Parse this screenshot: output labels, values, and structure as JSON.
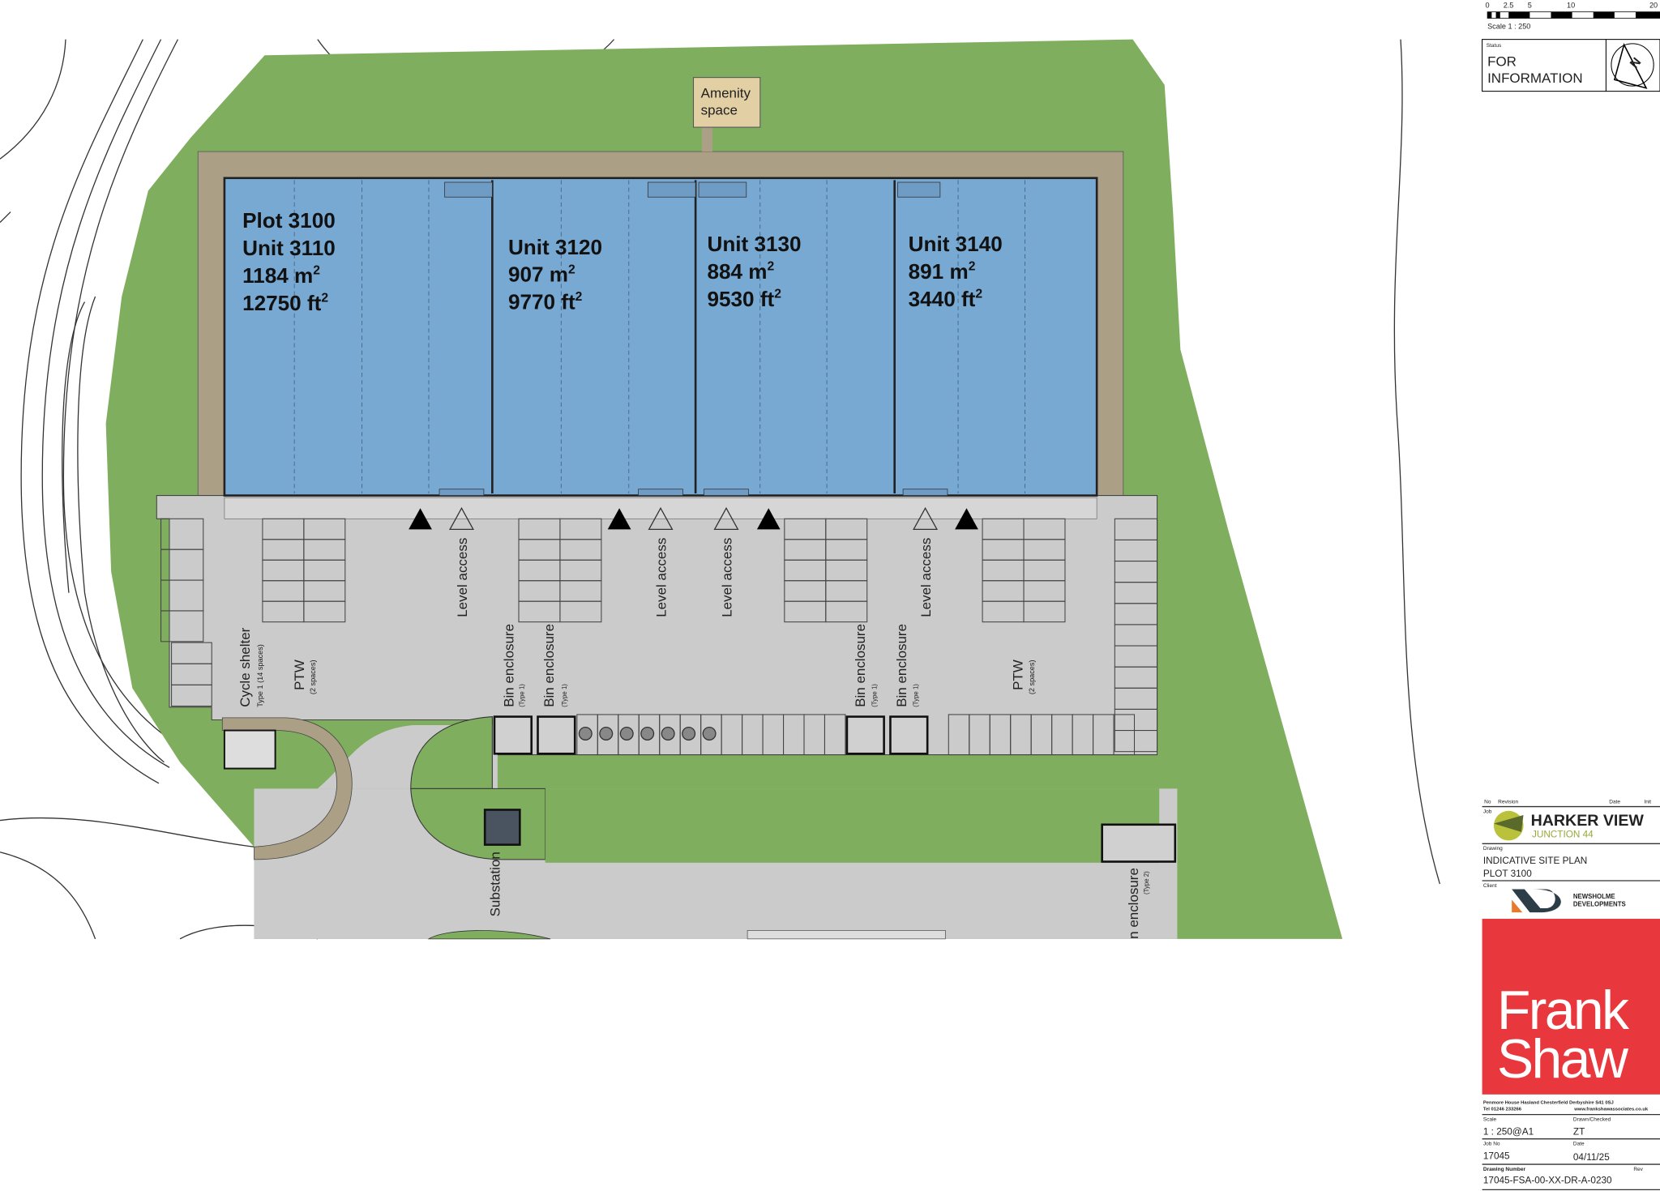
{
  "plan": {
    "amenity": [
      "Amenity",
      "space"
    ],
    "units": [
      {
        "lines": [
          "Plot 3100",
          "Unit 3110",
          "1184 m",
          "12750 ft"
        ]
      },
      {
        "lines": [
          "Unit 3120",
          "907 m",
          "9770 ft"
        ]
      },
      {
        "lines": [
          "Unit 3130",
          "884 m",
          "9530 ft"
        ]
      },
      {
        "lines": [
          "Unit 3140",
          "891 m",
          "3440 ft"
        ]
      }
    ],
    "superscript": "2",
    "level_access": "Level access",
    "cycle_shelter": "Cycle shelter",
    "cycle_shelter_note": "Type 1 (14 spaces)",
    "ptw": "PTW",
    "ptw_note": "(2 spaces)",
    "bin_enclosure": "Bin enclosure",
    "bin_type1": "(Type 1)",
    "bin_type2": "(Type 2)",
    "bin_partial": "n enclosure",
    "substation": "Substation",
    "colors": {
      "landscape": "#7fae5e",
      "building": "#78a9d3",
      "hardstanding": "#cbcbcb",
      "footpath": "#ab9f86",
      "amenity": "#e2cfa4"
    }
  },
  "scale_bar": {
    "ticks": [
      "0",
      "2.5",
      "5",
      "10",
      "20"
    ],
    "label": "Scale 1 : 250"
  },
  "status": {
    "label": "Status",
    "value_line1": "FOR",
    "value_line2": "INFORMATION",
    "north": "N"
  },
  "title_block": {
    "rev_headers": {
      "no": "No",
      "revision": "Revision",
      "date": "Date",
      "init": "Init"
    },
    "job_label": "Job",
    "job_name": "HARKER VIEW",
    "job_sub": "JUNCTION 44",
    "drawing_label": "Drawing",
    "drawing_line1": "INDICATIVE SITE PLAN",
    "drawing_line2": "PLOT 3100",
    "client_label": "Client",
    "client_line1": "NEWSHOLME",
    "client_line2": "DEVELOPMENTS",
    "firm_line1": "Frank",
    "firm_line2": "Shaw",
    "firm_color": "#e8383d",
    "address": "Penmore House   Hasland   Chesterfield   Derbyshire   S41 0SJ",
    "tel": "Tel 01246 233266",
    "web": "www.frankshawassociates.co.uk",
    "scale_label": "Scale",
    "scale_value": "1 : 250@A1",
    "drawn_label": "Drawn/Checked",
    "drawn_value": "ZT",
    "jobno_label": "Job No",
    "jobno_value": "17045",
    "date_label": "Date",
    "date_value": "04/11/25",
    "dwgno_label": "Drawing Number",
    "dwgno_value": "17045-FSA-00-XX-DR-A-0230",
    "rev_label": "Rev"
  }
}
